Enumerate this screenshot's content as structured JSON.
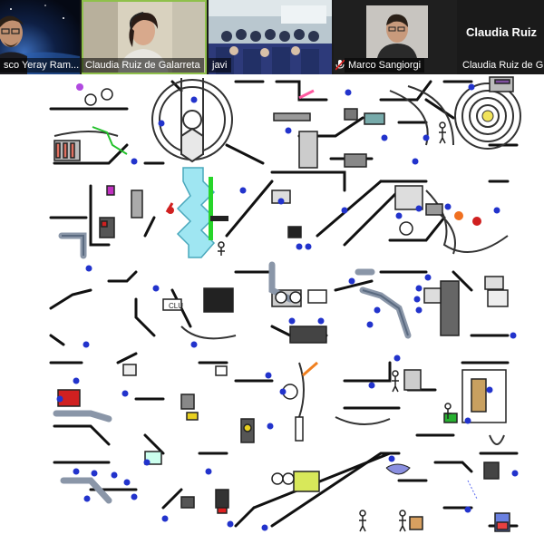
{
  "participants": [
    {
      "name": "sco Yeray Ram..."
    },
    {
      "name": "Claudia Ruiz de Galarreta"
    },
    {
      "name": "javi"
    },
    {
      "name": "Marco Sangiorgi"
    },
    {
      "name": "Claudia Ruiz de G",
      "display_name": "Claudia  Ruiz"
    }
  ],
  "shared_screen": {
    "label_1": "CLU"
  },
  "colors": {
    "active_speaker": "#8fc04b",
    "dot": "#2233cc",
    "track": "#111111",
    "cyan": "#8fe3f0"
  }
}
